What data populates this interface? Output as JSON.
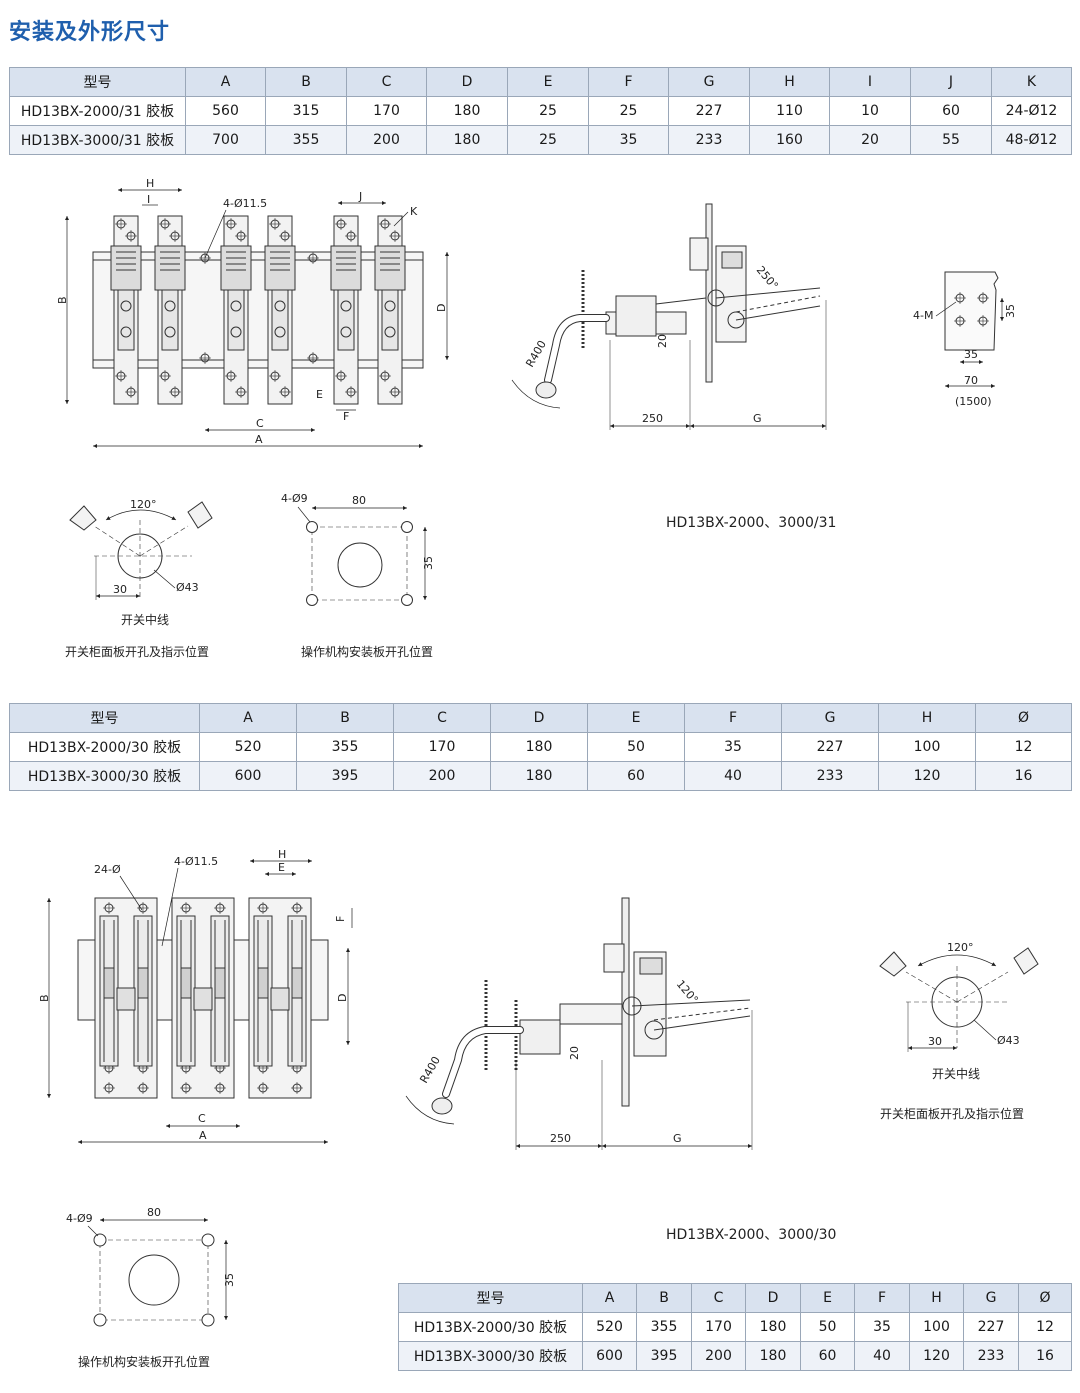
{
  "title": "安装及外形尺寸",
  "table1": {
    "headers": [
      "型号",
      "A",
      "B",
      "C",
      "D",
      "E",
      "F",
      "G",
      "H",
      "I",
      "J",
      "K"
    ],
    "rows": [
      [
        "HD13BX-2000/31 胶板",
        "560",
        "315",
        "170",
        "180",
        "25",
        "25",
        "227",
        "110",
        "10",
        "60",
        "24-Ø12"
      ],
      [
        "HD13BX-3000/31 胶板",
        "700",
        "355",
        "200",
        "180",
        "25",
        "35",
        "233",
        "160",
        "20",
        "55",
        "48-Ø12"
      ]
    ]
  },
  "table2": {
    "headers": [
      "型号",
      "A",
      "B",
      "C",
      "D",
      "E",
      "F",
      "G",
      "H",
      "Ø"
    ],
    "rows": [
      [
        "HD13BX-2000/30 胶板",
        "520",
        "355",
        "170",
        "180",
        "50",
        "35",
        "227",
        "100",
        "12"
      ],
      [
        "HD13BX-3000/30 胶板",
        "600",
        "395",
        "200",
        "180",
        "60",
        "40",
        "233",
        "120",
        "16"
      ]
    ]
  },
  "table3": {
    "headers": [
      "型号",
      "A",
      "B",
      "C",
      "D",
      "E",
      "F",
      "H",
      "G",
      "Ø"
    ],
    "rows": [
      [
        "HD13BX-2000/30 胶板",
        "520",
        "355",
        "170",
        "180",
        "50",
        "35",
        "100",
        "227",
        "12"
      ],
      [
        "HD13BX-3000/30 胶板",
        "600",
        "395",
        "200",
        "180",
        "60",
        "40",
        "120",
        "233",
        "16"
      ]
    ]
  },
  "captions": {
    "switch_center": "开关中线",
    "panel_hole": "开关柜面板开孔及指示位置",
    "mount_hole": "操作机构安装板开孔位置",
    "model_31": "HD13BX-2000、3000/31",
    "model_30": "HD13BX-2000、3000/30"
  },
  "dims": {
    "A": "A",
    "B": "B",
    "C": "C",
    "D": "D",
    "E": "E",
    "F": "F",
    "G": "G",
    "H": "H",
    "I": "I",
    "J": "J",
    "K": "K",
    "holes_115": "4-Ø11.5",
    "holes_24": "24-Ø",
    "r400": "R400",
    "d250": "250",
    "a250": "250°",
    "a120deg": "120°",
    "d20": "20",
    "m4": "4-M",
    "d35": "35",
    "d70": "70",
    "d1500": "(1500)",
    "a120": "120°",
    "d30": "30",
    "d43": "Ø43",
    "h49": "4-Ø9",
    "d80": "80"
  }
}
